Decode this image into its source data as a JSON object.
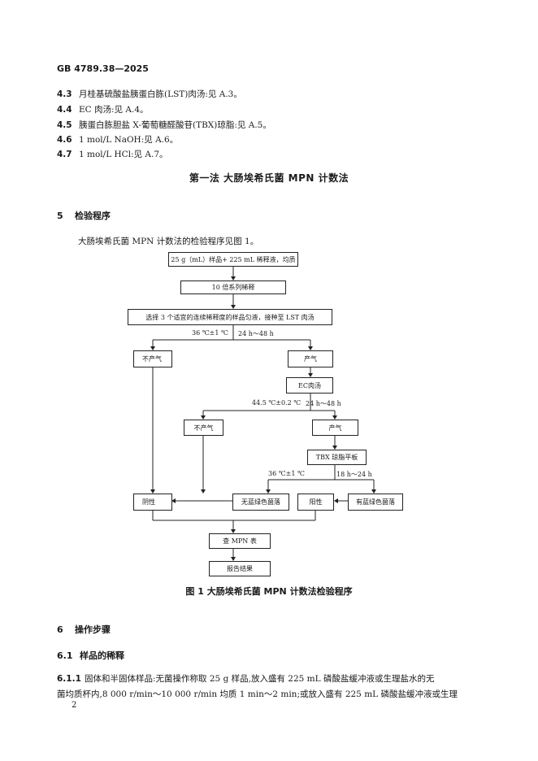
{
  "header": {
    "standard": "GB 4789.38—2025"
  },
  "items": [
    {
      "num": "4.3",
      "text": "月桂基硫酸盐胰蛋白胨(LST)肉汤:见 A.3。"
    },
    {
      "num": "4.4",
      "text": "EC 肉汤:见 A.4。"
    },
    {
      "num": "4.5",
      "text": "胰蛋白胨胆盐 X-葡萄糖醛酸苷(TBX)琼脂:见 A.5。"
    },
    {
      "num": "4.6",
      "text": "1 mol/L NaOH:见 A.6。"
    },
    {
      "num": "4.7",
      "text": "1 mol/L HCl:见 A.7。"
    }
  ],
  "method_title": "第一法  大肠埃希氏菌 MPN 计数法",
  "section5": {
    "num": "5",
    "title": "检验程序"
  },
  "intro": "大肠埃希氏菌 MPN 计数法的检验程序见图 1。",
  "flow": {
    "b1": "25 g（mL）样品+ 225 mL 稀释液，均质",
    "b2": "10 倍系列稀释",
    "b3": "选择 3 个适宜的连续稀释度的样品匀液，接种至 LST 肉汤",
    "c1_left": "36 ℃±1 ℃",
    "c1_right": "24 h～48 h",
    "no_gas_1": "不产气",
    "gas_1": "产气",
    "ec": "EC肉汤",
    "c2_left": "44.5 ℃±0.2 ℃",
    "c2_right": "24 h～48 h",
    "no_gas_2": "不产气",
    "gas_2": "产气",
    "tbx": "TBX 琼脂平板",
    "c3_left": "36 ℃±1 ℃",
    "c3_right": "18 h～24 h",
    "negative": "阴性",
    "no_colony": "无蓝绿色菌落",
    "positive": "阳性",
    "colony": "有蓝绿色菌落",
    "mpn": "查 MPN 表",
    "report": "报告结果"
  },
  "figure_caption": "图 1  大肠埃希氏菌 MPN 计数法检验程序",
  "section6": {
    "num": "6",
    "title": "操作步骤"
  },
  "section61": {
    "num": "6.1",
    "title": "样品的稀释"
  },
  "para611": {
    "num": "6.1.1",
    "line1": "固体和半固体样品:无菌操作称取 25 g 样品,放入盛有 225 mL 磷酸盐缓冲液或生理盐水的无",
    "line2": "菌均质杯内,8 000 r/min～10 000 r/min 均质 1 min～2 min;或放入盛有 225 mL 磷酸盐缓冲液或生理"
  },
  "page_number": "2"
}
